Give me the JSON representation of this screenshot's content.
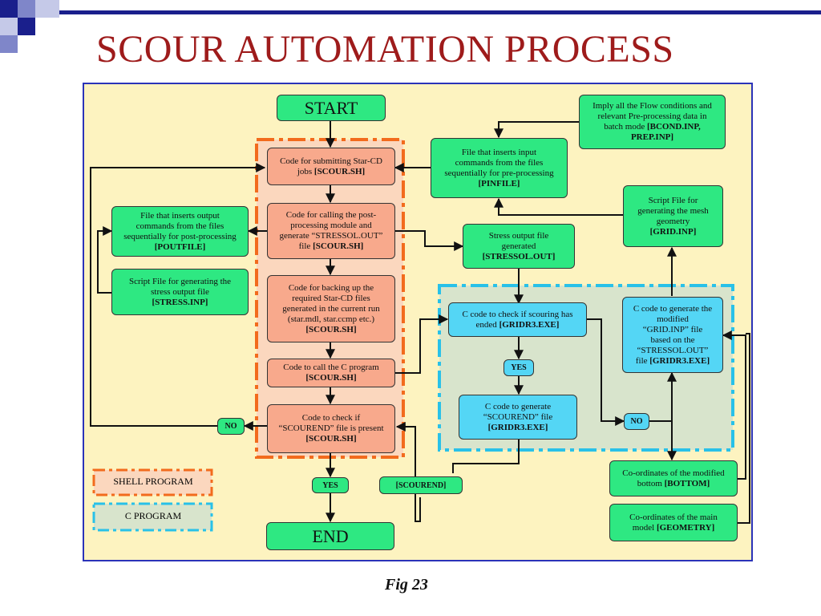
{
  "slide_title": "SCOUR AUTOMATION PROCESS",
  "caption": "Fig 23",
  "colors": {
    "title": "#9e1b1b",
    "panel_bg": "#fdf3c0",
    "panel_border": "#2b33b8",
    "shell_border": "#f26b1d",
    "c_border": "#29c1e8",
    "green": "#2ee882",
    "salmon": "#f8a98c",
    "cyan": "#54d6f5"
  },
  "nodes": {
    "start": "START",
    "end": "END",
    "submit": {
      "text": "Code for submitting Star-CD\njobs",
      "tag": "[SCOUR.SH]"
    },
    "postproc": {
      "text": "Code for calling the post-\nprocessing module and\ngenerate “STRESSOL.OUT”\nfile",
      "tag": "[SCOUR.SH]"
    },
    "backup": {
      "text": "Code for backing up the\nrequired Star-CD files\ngenerated in the current run\n(star.mdl, star.ccmp etc.)",
      "tag": "[SCOUR.SH]"
    },
    "callc": {
      "text": "Code to call the C program",
      "tag": "[SCOUR.SH]"
    },
    "checkend": {
      "text": "Code to check if\n“SCOUREND” file is present",
      "tag": "[SCOUR.SH]"
    },
    "poutfile": {
      "text": "File that inserts output\ncommands from the files\nsequentially for post-processing",
      "tag": "[POUTFILE]"
    },
    "stressinp": {
      "text": "Script File for generating the\nstress output file",
      "tag": "[STRESS.INP]"
    },
    "pinfile": {
      "text": "File that inserts input\ncommands from the files\nsequentially for pre-processing",
      "tag": "[PINFILE]"
    },
    "bcond": {
      "text": "Imply all the Flow conditions and\nrelevant Pre-processing data in\nbatch mode",
      "tag": "[BCOND.INP,\nPREP.INP]"
    },
    "gridinp": {
      "text": "Script File for\ngenerating the mesh\ngeometry",
      "tag": "[GRID.INP]"
    },
    "stressout": {
      "text": "Stress output file\ngenerated",
      "tag": "[STRESSOL.OUT]"
    },
    "checkscour": {
      "text": "C code to check if scouring has\nended",
      "tag": "[GRIDR3.EXE]"
    },
    "genscourend": {
      "text": "C code to generate\n“SCOUREND” file",
      "tag": "[GRIDR3.EXE]"
    },
    "gengrid": {
      "text": "C code to generate the\nmodified\n“GRID.INP” file\nbased on the\n“STRESSOL.OUT”\nfile",
      "tag": "[GRIDR3.EXE]"
    },
    "bottom": {
      "text": "Co-ordinates of the modified\nbottom",
      "tag": "[BOTTOM]"
    },
    "geometry": {
      "text": "Co-ordinates of the main\nmodel",
      "tag": "[GEOMETRY]"
    },
    "yes_c": "YES",
    "no_c": "NO",
    "no_shell": "NO",
    "yes_shell": "YES",
    "scourend_file": "[SCOUREND]"
  },
  "legend": {
    "shell": "SHELL PROGRAM",
    "c": "C PROGRAM"
  }
}
